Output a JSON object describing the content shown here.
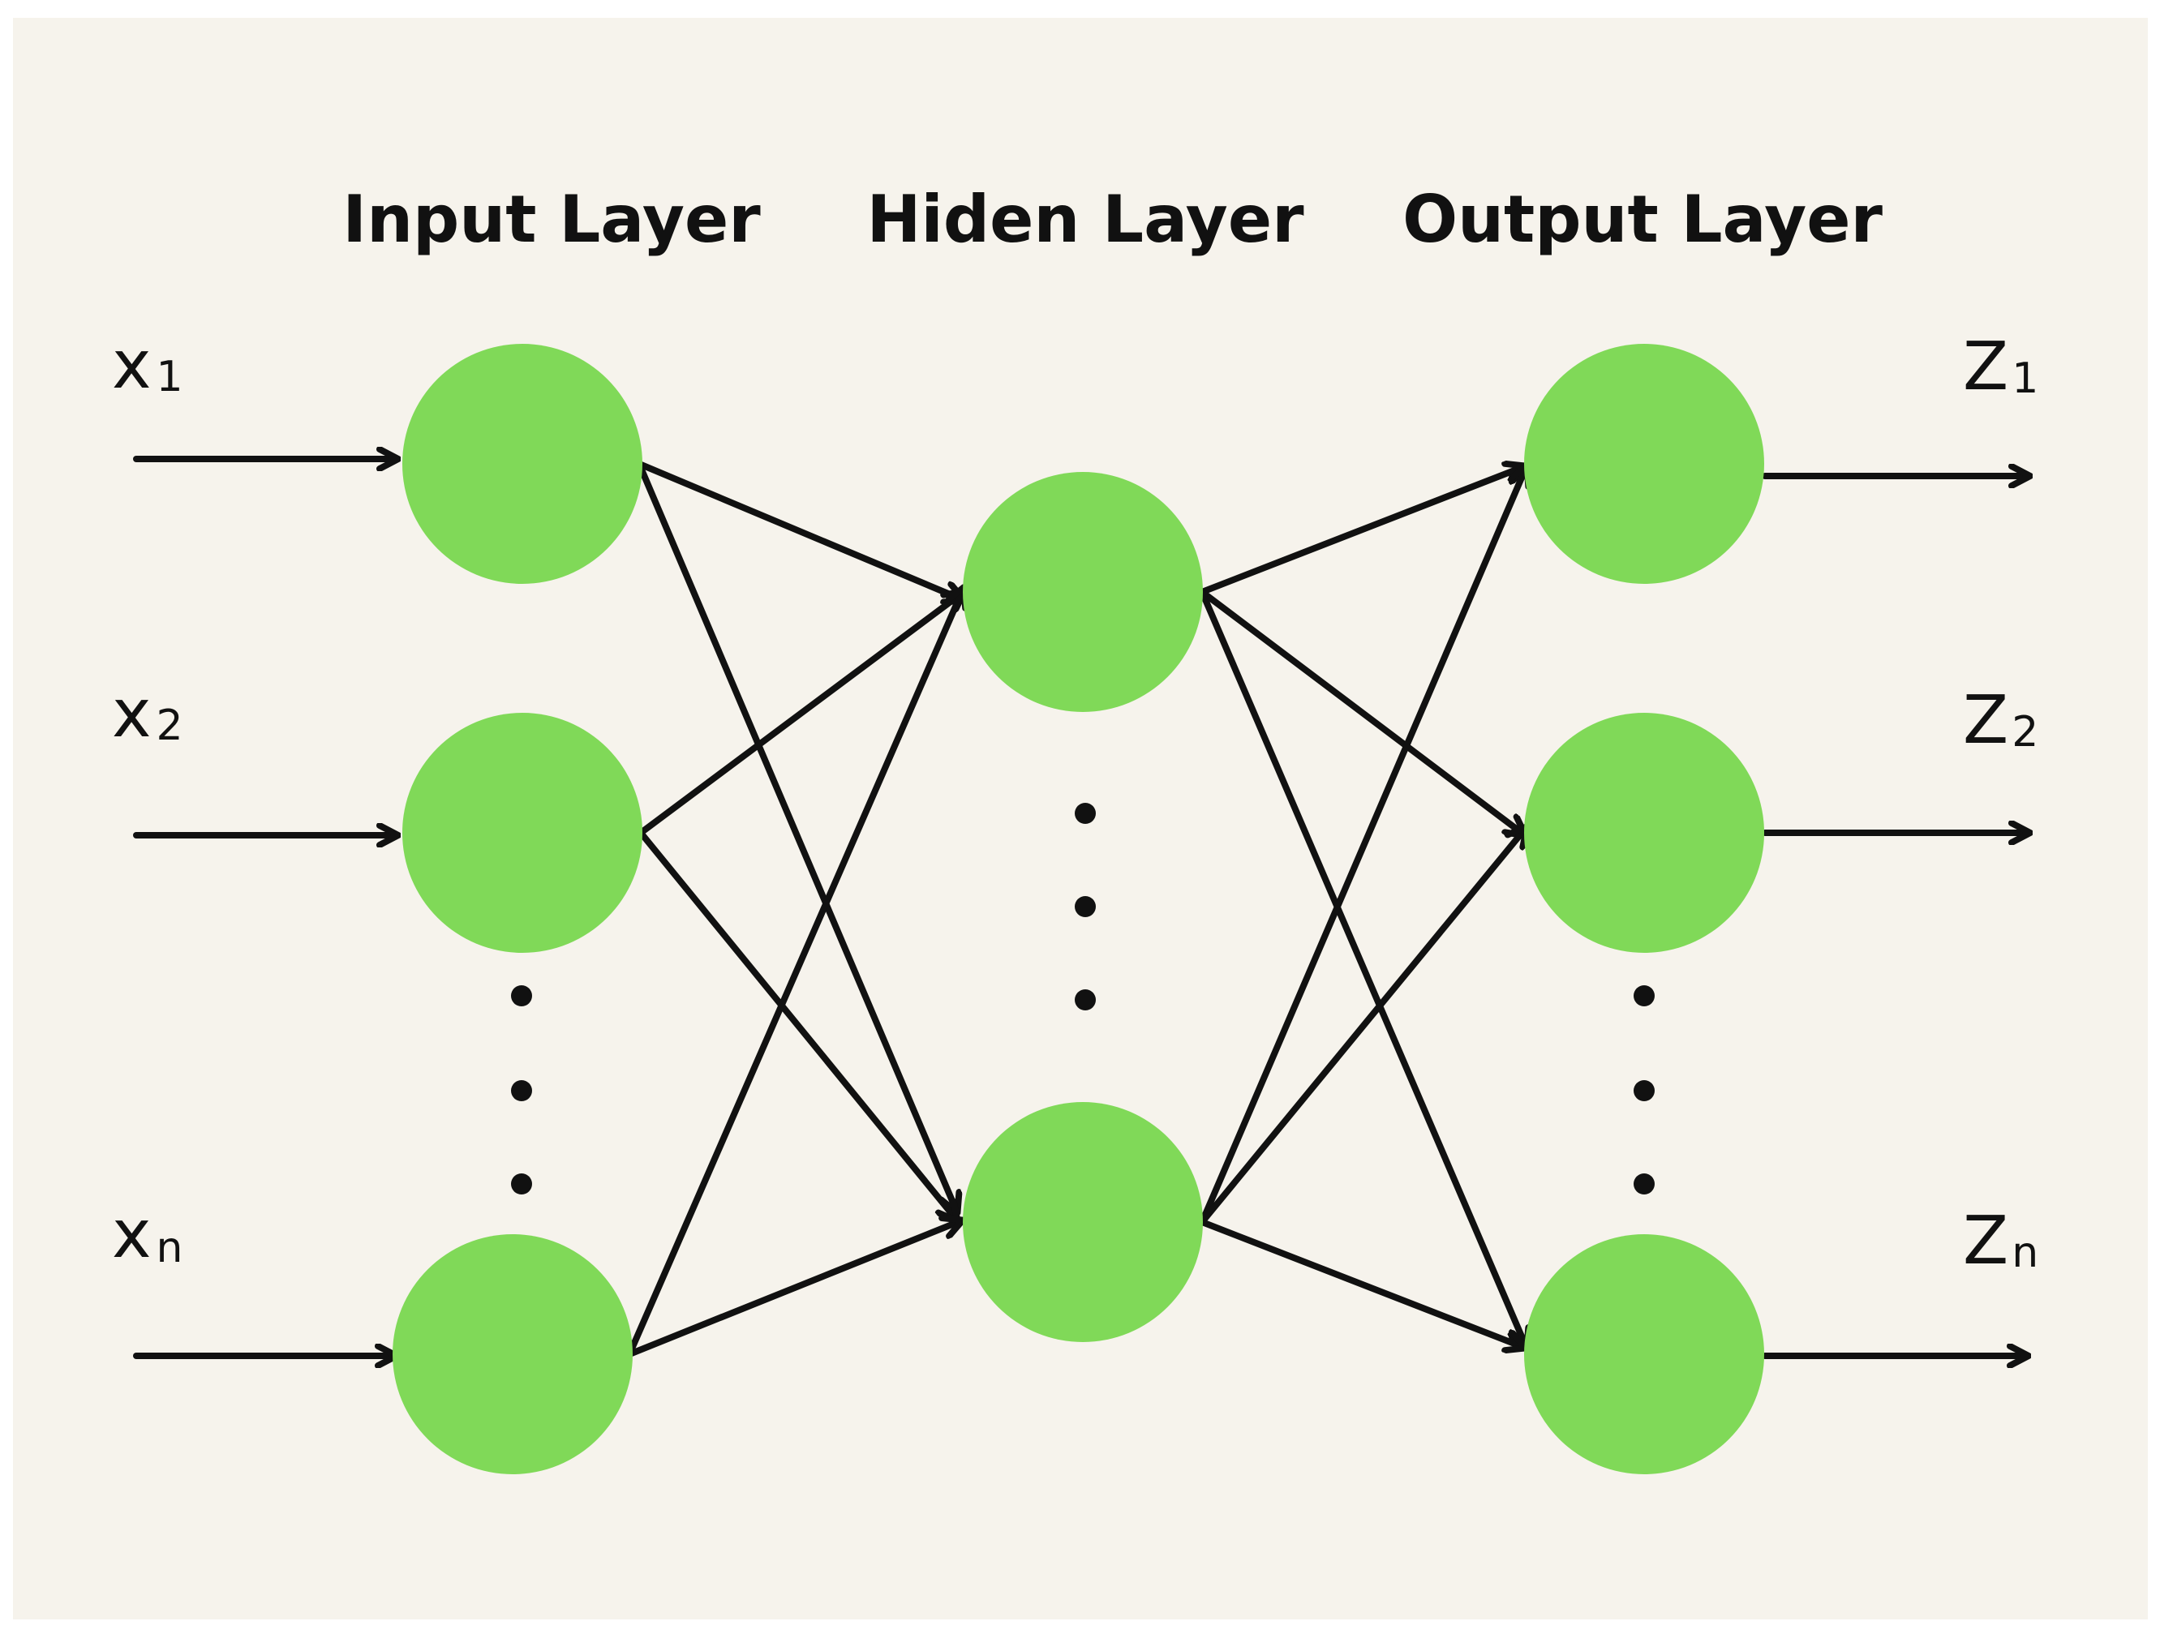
{
  "titles": {
    "input": "Input Layer",
    "hidden": "Hiden Layer",
    "output": "Output Layer"
  },
  "inputs": [
    {
      "main": "x",
      "sub": "1"
    },
    {
      "main": "x",
      "sub": "2"
    },
    {
      "main": "x",
      "sub": "n"
    }
  ],
  "outputs": [
    {
      "main": "Z",
      "sub": "1"
    },
    {
      "main": "Z",
      "sub": "2"
    },
    {
      "main": "Z",
      "sub": "n"
    }
  ],
  "colors": {
    "background": "#f6f3ec",
    "node": "#80d958",
    "line": "#111111"
  }
}
